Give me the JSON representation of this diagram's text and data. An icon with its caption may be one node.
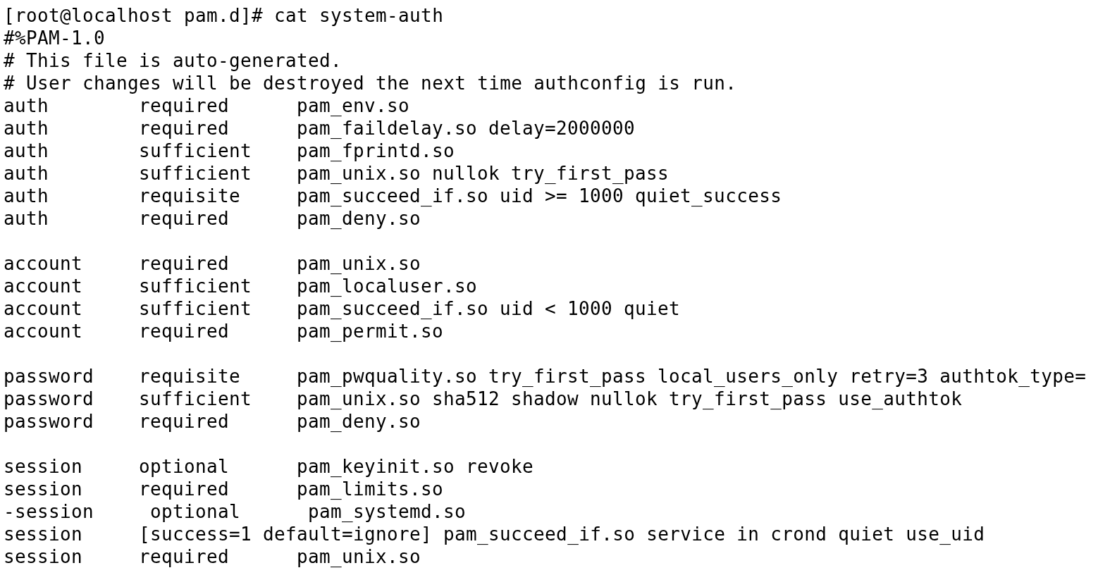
{
  "diagram": {
    "labels": [
      "[root@localhost pam.d]# cat system-auth",
      "#%PAM-1.0",
      "# This file is auto-generated.",
      "# User changes will be destroyed the next time authconfig is run.",
      "auth",
      "required",
      "pam_env.so",
      "auth",
      "required",
      "pam_faildelay.so delay=2000000",
      "auth",
      "sufficient",
      "pam_fprintd.so",
      "auth",
      "sufficient",
      "pam_unix.so nullok try_first_pass",
      "auth",
      "requisite",
      "pam_succeed_if.so uid >= 1000 quiet_success",
      "auth",
      "required",
      "pam_deny.so",
      "account",
      "required",
      "pam_unix.so",
      "account",
      "sufficient",
      "pam_localuser.so",
      "account",
      "sufficient",
      "pam_succeed_if.so uid < 1000 quiet",
      "account",
      "required",
      "pam_permit.so",
      "password",
      "requisite",
      "pam_pwquality.so try_first_pass local_users_only retry=3 authtok_type=",
      "password",
      "sufficient",
      "pam_unix.so sha512 shadow nullok try_first_pass use_authtok",
      "password",
      "required",
      "pam_deny.so",
      "session",
      "optional",
      "pam_keyinit.so revoke",
      "session",
      "required",
      "pam_limits.so",
      "-session",
      "optional",
      "pam_systemd.so",
      "session",
      "[success=1 default=ignore] pam_succeed_if.so service in crond quiet use_uid",
      "session",
      "required",
      "pam_unix.so"
    ]
  }
}
